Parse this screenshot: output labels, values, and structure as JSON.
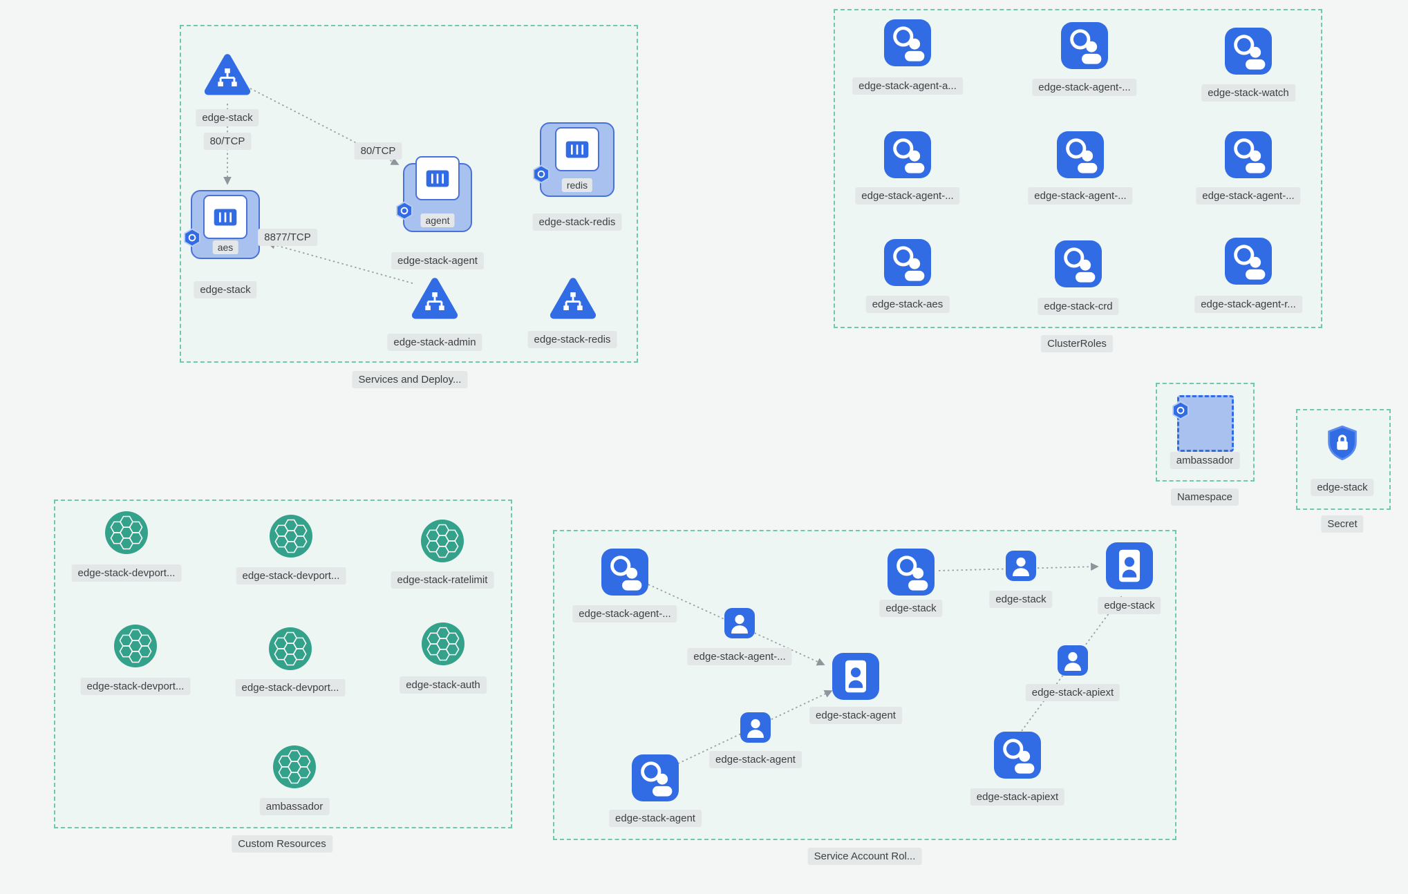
{
  "colors": {
    "background": "#f4f6f6",
    "group_bg": "#edf6f2",
    "group_border": "#6fc8ae",
    "k8s_blue": "#326ce5",
    "deployment_fill": "#a9c1ef",
    "deployment_border": "#4a71d8",
    "crd_teal": "#34a28a",
    "arrow": "#9aa0a6",
    "chip_bg": "#e4e7e7",
    "chip_text": "#3c4043"
  },
  "groups": {
    "services": {
      "label": "Services and Deploy...",
      "service_edge_stack": "edge-stack",
      "deploy_aes": {
        "label": "edge-stack",
        "pod": "aes"
      },
      "deploy_agent": {
        "label": "edge-stack-agent",
        "pod": "agent"
      },
      "deploy_redis": {
        "label": "edge-stack-redis",
        "pod": "redis"
      },
      "service_admin": "edge-stack-admin",
      "service_redis": "edge-stack-redis",
      "edge_labels": {
        "to_aes": "80/TCP",
        "to_agent": "80/TCP",
        "admin_to_aes": "8877/TCP"
      }
    },
    "cluster_roles": {
      "label": "ClusterRoles",
      "items": [
        "edge-stack-agent-a...",
        "edge-stack-agent-...",
        "edge-stack-watch",
        "edge-stack-agent-...",
        "edge-stack-agent-...",
        "edge-stack-agent-...",
        "edge-stack-aes",
        "edge-stack-crd",
        "edge-stack-agent-r..."
      ]
    },
    "namespace": {
      "label": "Namespace",
      "item": "ambassador"
    },
    "secret": {
      "label": "Secret",
      "item": "edge-stack"
    },
    "custom_resources": {
      "label": "Custom Resources",
      "items": [
        "edge-stack-devport...",
        "edge-stack-devport...",
        "edge-stack-ratelimit",
        "edge-stack-devport...",
        "edge-stack-devport...",
        "edge-stack-auth",
        "ambassador"
      ]
    },
    "service_accounts": {
      "label": "Service Account Rol...",
      "sa_agent_long": "edge-stack-agent-...",
      "rb_agent_long": "edge-stack-agent-...",
      "badge_agent": "edge-stack-agent",
      "sa_agent": "edge-stack-agent",
      "rb_agent": "edge-stack-agent",
      "sa_edge_stack": "edge-stack",
      "rb_edge_stack": "edge-stack",
      "badge_edge_stack": "edge-stack",
      "rb_apiext": "edge-stack-apiext",
      "sa_apiext": "edge-stack-apiext"
    }
  }
}
